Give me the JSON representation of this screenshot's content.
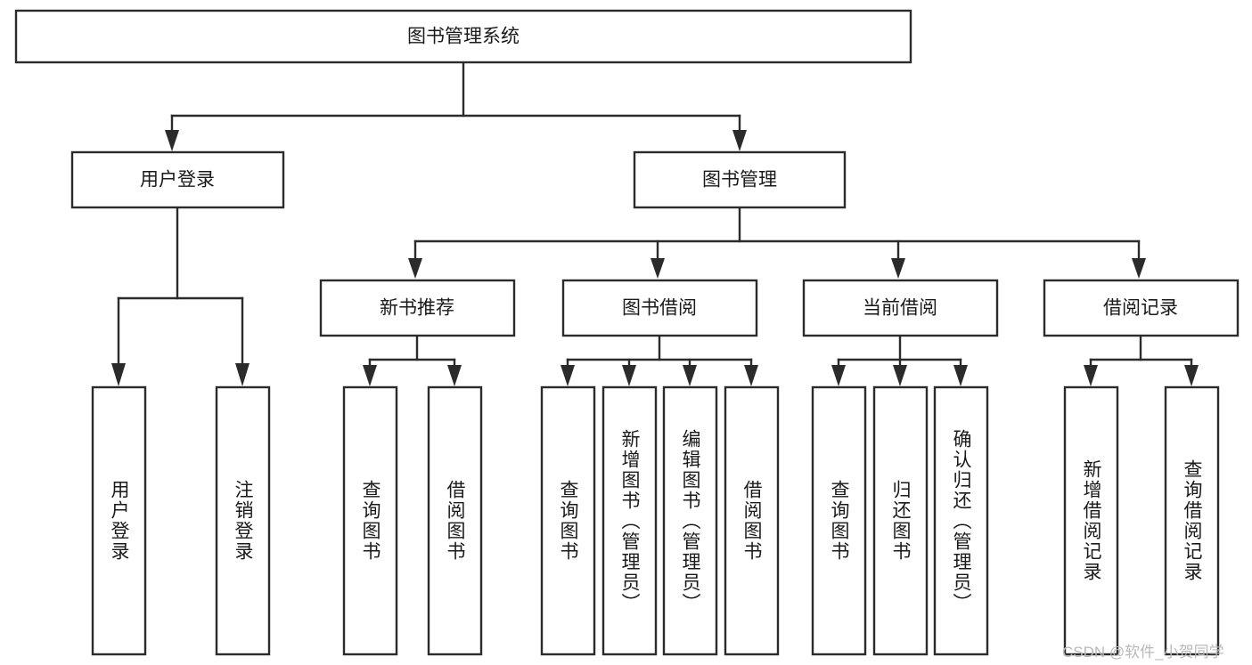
{
  "diagram": {
    "title": "图书管理系统",
    "type": "tree-hierarchy-diagram",
    "root": {
      "label": "图书管理系统"
    },
    "level2": [
      {
        "label": "用户登录"
      },
      {
        "label": "图书管理"
      }
    ],
    "level3": [
      {
        "label": "新书推荐",
        "parent": "图书管理"
      },
      {
        "label": "图书借阅",
        "parent": "图书管理"
      },
      {
        "label": "当前借阅",
        "parent": "图书管理"
      },
      {
        "label": "借阅记录",
        "parent": "图书管理"
      }
    ],
    "leaves": {
      "user_login": [
        {
          "label": "用户登录"
        },
        {
          "label": "注销登录"
        }
      ],
      "new_book_recommend": [
        {
          "label": "查询图书"
        },
        {
          "label": "借阅图书"
        }
      ],
      "book_borrow": [
        {
          "label": "查询图书"
        },
        {
          "label": "新增图书（管理员）"
        },
        {
          "label": "编辑图书（管理员）"
        },
        {
          "label": "借阅图书"
        }
      ],
      "current_borrow": [
        {
          "label": "查询图书"
        },
        {
          "label": "归还图书"
        },
        {
          "label": "确认归还（管理员）"
        }
      ],
      "borrow_record": [
        {
          "label": "新增借阅记录"
        },
        {
          "label": "查询借阅记录"
        }
      ]
    },
    "watermark": "CSDN @软件_小贺同学",
    "colors": {
      "stroke": "#2b2b2b",
      "fill": "#ffffff",
      "text": "#1a1a1a",
      "watermark": "#b9b9b9"
    }
  }
}
